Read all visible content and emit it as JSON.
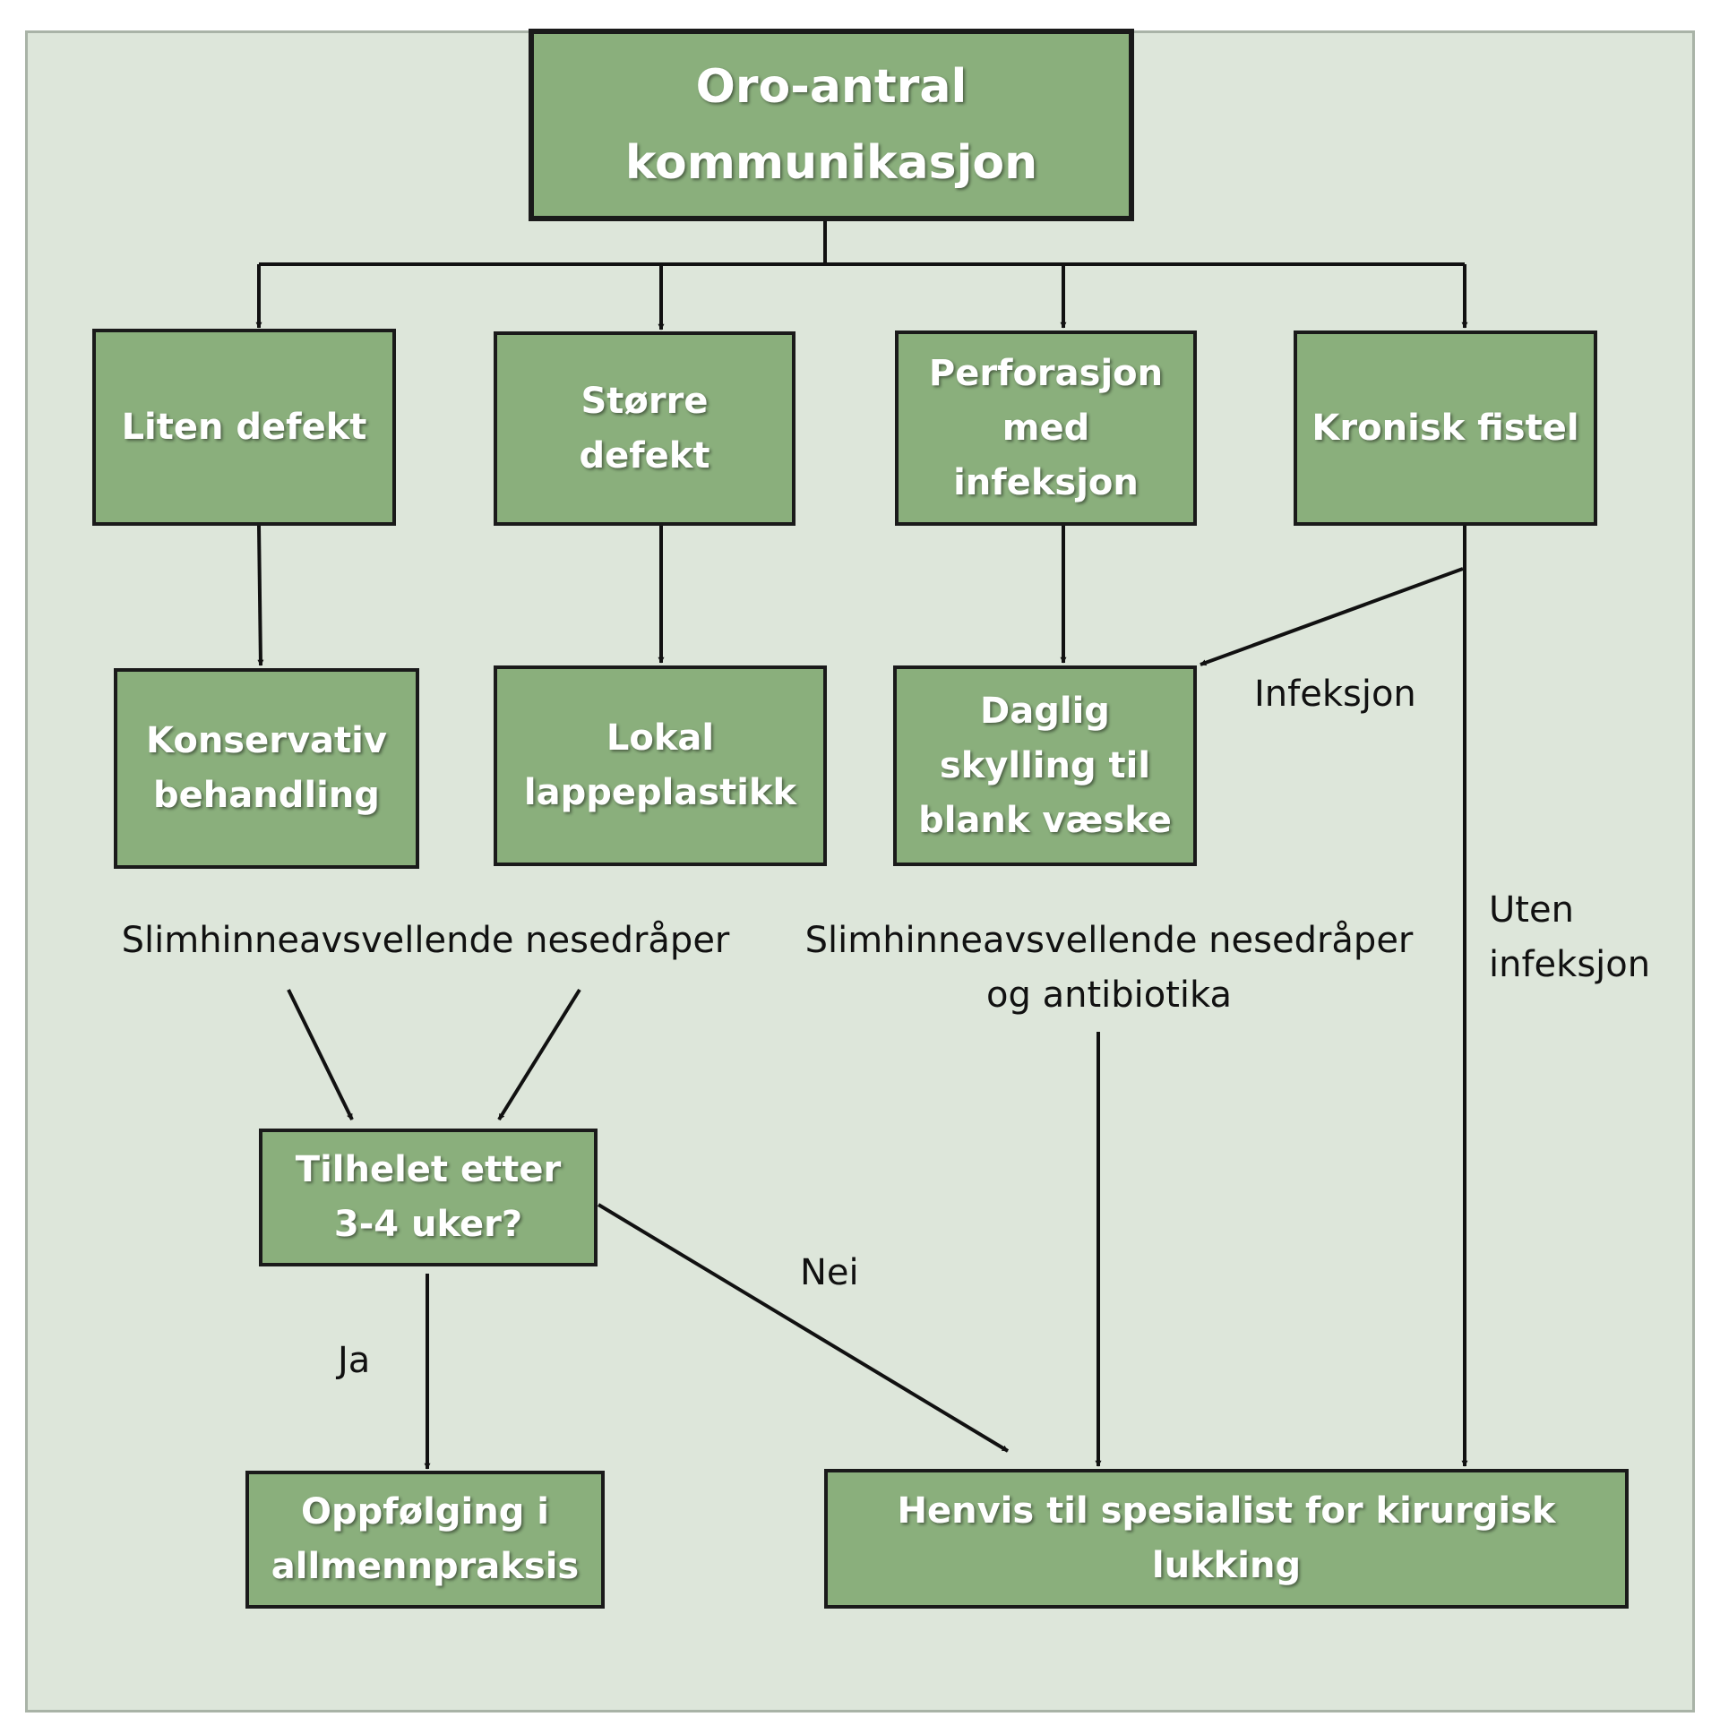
{
  "colors": {
    "panel_bg": "#dde6da",
    "box_fill": "#8aaf7c",
    "box_border": "#1a1a1a",
    "box_text": "#ffffff",
    "arrow": "#111111",
    "label_text": "#111111"
  },
  "nodes": {
    "root": {
      "line1": "Oro-antral",
      "line2": "kommunikasjon"
    },
    "liten": {
      "line1": "Liten defekt"
    },
    "storre": {
      "line1": "Større",
      "line2": "defekt"
    },
    "perforasjon": {
      "line1": "Perforasjon",
      "line2": "med",
      "line3": "infeksjon"
    },
    "kronisk": {
      "line1": "Kronisk fistel"
    },
    "konservativ": {
      "line1": "Konservativ",
      "line2": "behandling"
    },
    "lokal": {
      "line1": "Lokal",
      "line2": "lappeplastikk"
    },
    "daglig": {
      "line1": "Daglig",
      "line2": "skylling til",
      "line3": "blank væske"
    },
    "tilhelet": {
      "line1": "Tilhelet etter",
      "line2": "3-4 uker?"
    },
    "oppfolging": {
      "line1": "Oppfølging i",
      "line2": "allmennpraksis"
    },
    "henvis": {
      "line1": "Henvis til spesialist for kirurgisk lukking"
    }
  },
  "labels": {
    "infeksjon": "Infeksjon",
    "uten_line1": "Uten",
    "uten_line2": "infeksjon",
    "nesedraper_left": "Slimhinneavsvellende nesedråper",
    "nesedraper_right_line1": "Slimhinneavsvellende nesedråper",
    "nesedraper_right_line2": "og antibiotika",
    "nei": "Nei",
    "ja": "Ja"
  },
  "edges": [
    {
      "from": "root",
      "to": "liten"
    },
    {
      "from": "root",
      "to": "storre"
    },
    {
      "from": "root",
      "to": "perforasjon"
    },
    {
      "from": "root",
      "to": "kronisk"
    },
    {
      "from": "liten",
      "to": "konservativ"
    },
    {
      "from": "storre",
      "to": "lokal"
    },
    {
      "from": "perforasjon",
      "to": "daglig"
    },
    {
      "from": "kronisk",
      "to": "daglig",
      "label": "Infeksjon"
    },
    {
      "from": "kronisk",
      "to": "henvis",
      "label": "Uten infeksjon"
    },
    {
      "from": "konservativ",
      "to": "tilhelet",
      "label": "Slimhinneavsvellende nesedråper"
    },
    {
      "from": "lokal",
      "to": "tilhelet",
      "label": "Slimhinneavsvellende nesedråper"
    },
    {
      "from": "daglig",
      "to": "henvis",
      "label": "Slimhinneavsvellende nesedråper og antibiotika"
    },
    {
      "from": "tilhelet",
      "to": "oppfolging",
      "label": "Ja"
    },
    {
      "from": "tilhelet",
      "to": "henvis",
      "label": "Nei"
    }
  ]
}
